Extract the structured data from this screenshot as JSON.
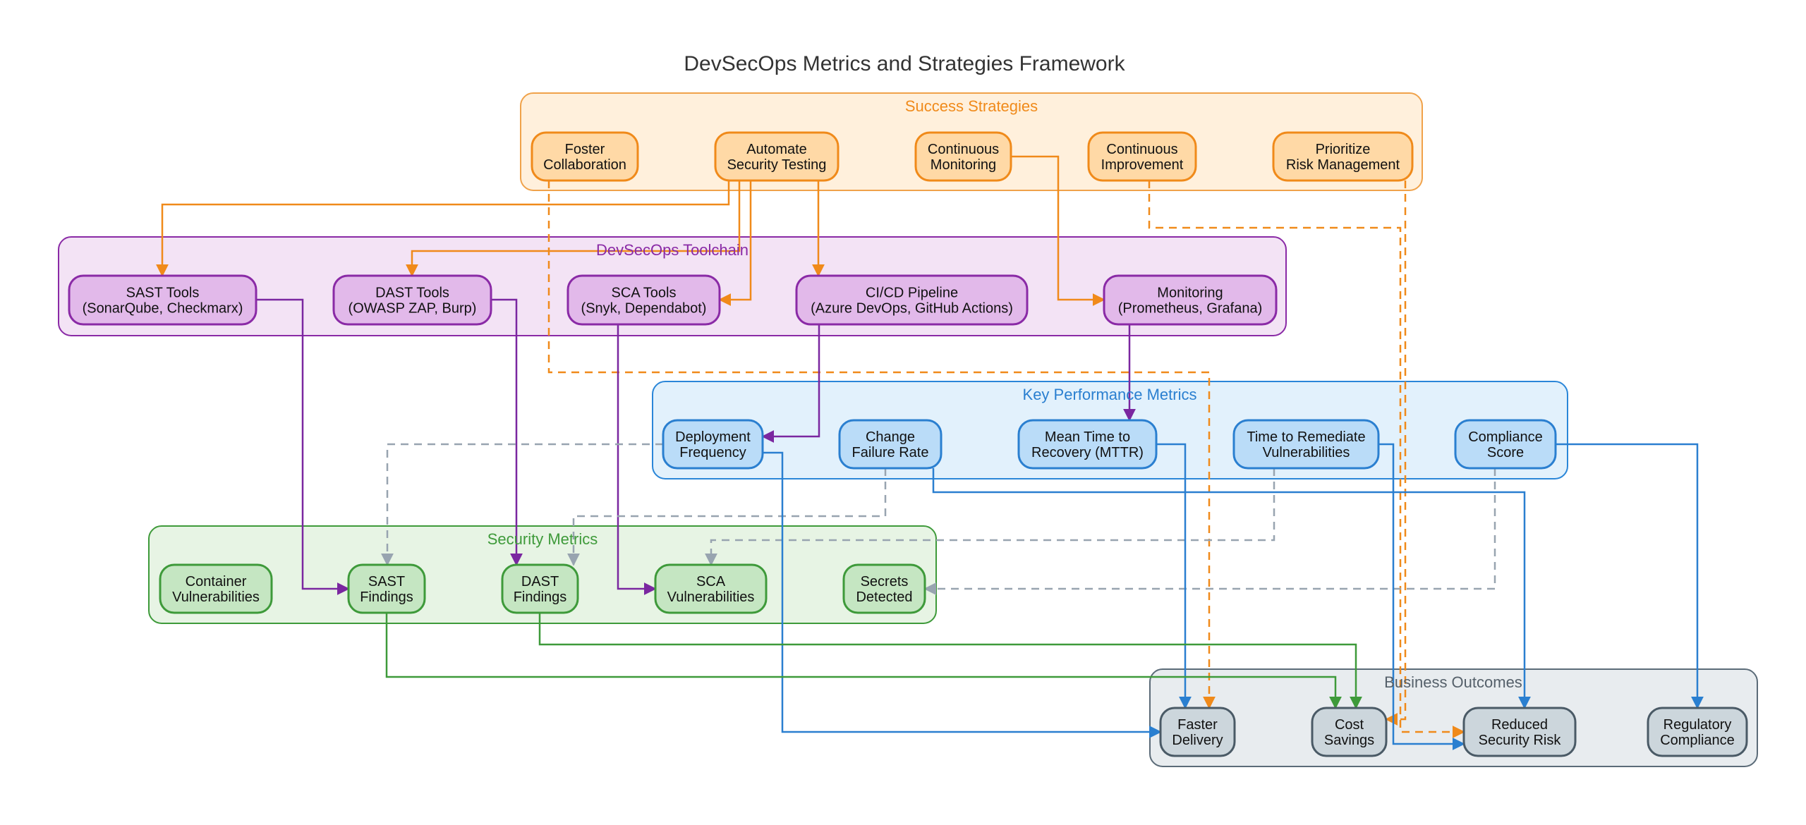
{
  "title": "DevSecOps Metrics and Strategies Framework",
  "colors": {
    "strategy": {
      "fill": "#fff0dc",
      "stroke": "#f0a24a",
      "node_fill": "#ffd9a6",
      "node_stroke": "#f08a1a",
      "label": "#f08a1a",
      "edge": "#f08a1a"
    },
    "toolchain": {
      "fill": "#f3e3f5",
      "stroke": "#8a2aa6",
      "node_fill": "#e2b9ea",
      "node_stroke": "#8a2aa6",
      "label": "#8a2aa6",
      "edge": "#7a27a0"
    },
    "kpi": {
      "fill": "#e2f1fc",
      "stroke": "#2a86d8",
      "node_fill": "#badcf8",
      "node_stroke": "#2a7fd0",
      "label": "#2a7fd0",
      "edge": "#2a7fd0",
      "dashed": "#98a4b0"
    },
    "security": {
      "fill": "#e7f4e4",
      "stroke": "#3e9a3a",
      "node_fill": "#c5e6c2",
      "node_stroke": "#3e9a3a",
      "label": "#3e9a3a",
      "edge": "#3e9a3a"
    },
    "business": {
      "fill": "#e8ecef",
      "stroke": "#5b6b78",
      "node_fill": "#ccd6dc",
      "node_stroke": "#4a5a66",
      "label": "#55606a"
    }
  },
  "groups": [
    {
      "id": "strategies",
      "label": "Success Strategies",
      "theme": "strategy"
    },
    {
      "id": "toolchain",
      "label": "DevSecOps Toolchain",
      "theme": "toolchain"
    },
    {
      "id": "kpi",
      "label": "Key Performance Metrics",
      "theme": "kpi"
    },
    {
      "id": "security",
      "label": "Security Metrics",
      "theme": "security"
    },
    {
      "id": "business",
      "label": "Business Outcomes",
      "theme": "business"
    }
  ],
  "nodes": [
    {
      "id": "foster",
      "group": "strategies",
      "lines": [
        "Foster",
        "Collaboration"
      ]
    },
    {
      "id": "automate",
      "group": "strategies",
      "lines": [
        "Automate",
        "Security Testing"
      ]
    },
    {
      "id": "contmon",
      "group": "strategies",
      "lines": [
        "Continuous",
        "Monitoring"
      ]
    },
    {
      "id": "contimp",
      "group": "strategies",
      "lines": [
        "Continuous",
        "Improvement"
      ]
    },
    {
      "id": "prioritize",
      "group": "strategies",
      "lines": [
        "Prioritize",
        "Risk Management"
      ]
    },
    {
      "id": "sast_tools",
      "group": "toolchain",
      "lines": [
        "SAST Tools",
        "(SonarQube, Checkmarx)"
      ]
    },
    {
      "id": "dast_tools",
      "group": "toolchain",
      "lines": [
        "DAST Tools",
        "(OWASP ZAP, Burp)"
      ]
    },
    {
      "id": "sca_tools",
      "group": "toolchain",
      "lines": [
        "SCA Tools",
        "(Snyk, Dependabot)"
      ]
    },
    {
      "id": "cicd",
      "group": "toolchain",
      "lines": [
        "CI/CD Pipeline",
        "(Azure DevOps, GitHub Actions)"
      ]
    },
    {
      "id": "monitoring",
      "group": "toolchain",
      "lines": [
        "Monitoring",
        "(Prometheus, Grafana)"
      ]
    },
    {
      "id": "deploy",
      "group": "kpi",
      "lines": [
        "Deployment",
        "Frequency"
      ]
    },
    {
      "id": "cfr",
      "group": "kpi",
      "lines": [
        "Change",
        "Failure Rate"
      ]
    },
    {
      "id": "mttr",
      "group": "kpi",
      "lines": [
        "Mean Time to",
        "Recovery (MTTR)"
      ]
    },
    {
      "id": "ttr",
      "group": "kpi",
      "lines": [
        "Time to Remediate",
        "Vulnerabilities"
      ]
    },
    {
      "id": "compliance",
      "group": "kpi",
      "lines": [
        "Compliance",
        "Score"
      ]
    },
    {
      "id": "container",
      "group": "security",
      "lines": [
        "Container",
        "Vulnerabilities"
      ]
    },
    {
      "id": "sast_f",
      "group": "security",
      "lines": [
        "SAST",
        "Findings"
      ]
    },
    {
      "id": "dast_f",
      "group": "security",
      "lines": [
        "DAST",
        "Findings"
      ]
    },
    {
      "id": "sca_v",
      "group": "security",
      "lines": [
        "SCA",
        "Vulnerabilities"
      ]
    },
    {
      "id": "secrets",
      "group": "security",
      "lines": [
        "Secrets",
        "Detected"
      ]
    },
    {
      "id": "faster",
      "group": "business",
      "lines": [
        "Faster",
        "Delivery"
      ]
    },
    {
      "id": "cost",
      "group": "business",
      "lines": [
        "Cost",
        "Savings"
      ]
    },
    {
      "id": "reduced",
      "group": "business",
      "lines": [
        "Reduced",
        "Security Risk"
      ]
    },
    {
      "id": "regulatory",
      "group": "business",
      "lines": [
        "Regulatory",
        "Compliance"
      ]
    }
  ],
  "edges": [
    {
      "from": "automate",
      "to": "sast_tools",
      "color": "strategy",
      "style": "solid"
    },
    {
      "from": "automate",
      "to": "dast_tools",
      "color": "strategy",
      "style": "solid"
    },
    {
      "from": "automate",
      "to": "sca_tools",
      "color": "strategy",
      "style": "solid"
    },
    {
      "from": "automate",
      "to": "cicd",
      "color": "strategy",
      "style": "solid"
    },
    {
      "from": "contmon",
      "to": "monitoring",
      "color": "strategy",
      "style": "solid"
    },
    {
      "from": "foster",
      "to": "faster",
      "color": "strategy",
      "style": "dashed"
    },
    {
      "from": "contimp",
      "to": "reduced",
      "color": "strategy",
      "style": "dashed"
    },
    {
      "from": "prioritize",
      "to": "cost",
      "color": "strategy",
      "style": "dashed"
    },
    {
      "from": "sast_tools",
      "to": "sast_f",
      "color": "toolchain",
      "style": "solid"
    },
    {
      "from": "dast_tools",
      "to": "dast_f",
      "color": "toolchain",
      "style": "solid"
    },
    {
      "from": "sca_tools",
      "to": "sca_v",
      "color": "toolchain",
      "style": "solid"
    },
    {
      "from": "cicd",
      "to": "deploy",
      "color": "toolchain",
      "style": "solid"
    },
    {
      "from": "monitoring",
      "to": "mttr",
      "color": "toolchain",
      "style": "solid"
    },
    {
      "from": "deploy",
      "to": "sast_f",
      "color": "kpi_dashed",
      "style": "dashed"
    },
    {
      "from": "cfr",
      "to": "dast_f",
      "color": "kpi_dashed",
      "style": "dashed"
    },
    {
      "from": "ttr",
      "to": "sca_v",
      "color": "kpi_dashed",
      "style": "dashed"
    },
    {
      "from": "compliance",
      "to": "secrets",
      "color": "kpi_dashed",
      "style": "dashed"
    },
    {
      "from": "deploy",
      "to": "faster",
      "color": "kpi",
      "style": "solid"
    },
    {
      "from": "cfr",
      "to": "reduced",
      "color": "kpi",
      "style": "solid"
    },
    {
      "from": "mttr",
      "to": "faster",
      "color": "kpi",
      "style": "solid"
    },
    {
      "from": "ttr",
      "to": "reduced",
      "color": "kpi",
      "style": "solid"
    },
    {
      "from": "compliance",
      "to": "regulatory",
      "color": "kpi",
      "style": "solid"
    },
    {
      "from": "sast_f",
      "to": "cost",
      "color": "security",
      "style": "solid"
    },
    {
      "from": "dast_f",
      "to": "cost",
      "color": "security",
      "style": "solid"
    }
  ]
}
